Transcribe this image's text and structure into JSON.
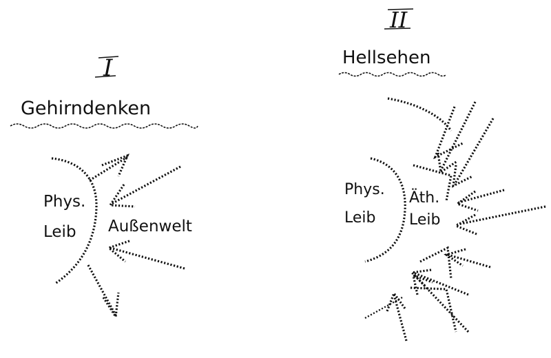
{
  "left": {
    "numeral": "I",
    "title": "Gehirndenken",
    "labels": [
      "Phys.",
      "Leib",
      "Außenwelt"
    ]
  },
  "right": {
    "numeral": "II",
    "title": "Hellsehen",
    "labels": [
      "Phys.",
      "Leib",
      "Äth.",
      "Leib"
    ]
  },
  "ink_color": "#111111"
}
